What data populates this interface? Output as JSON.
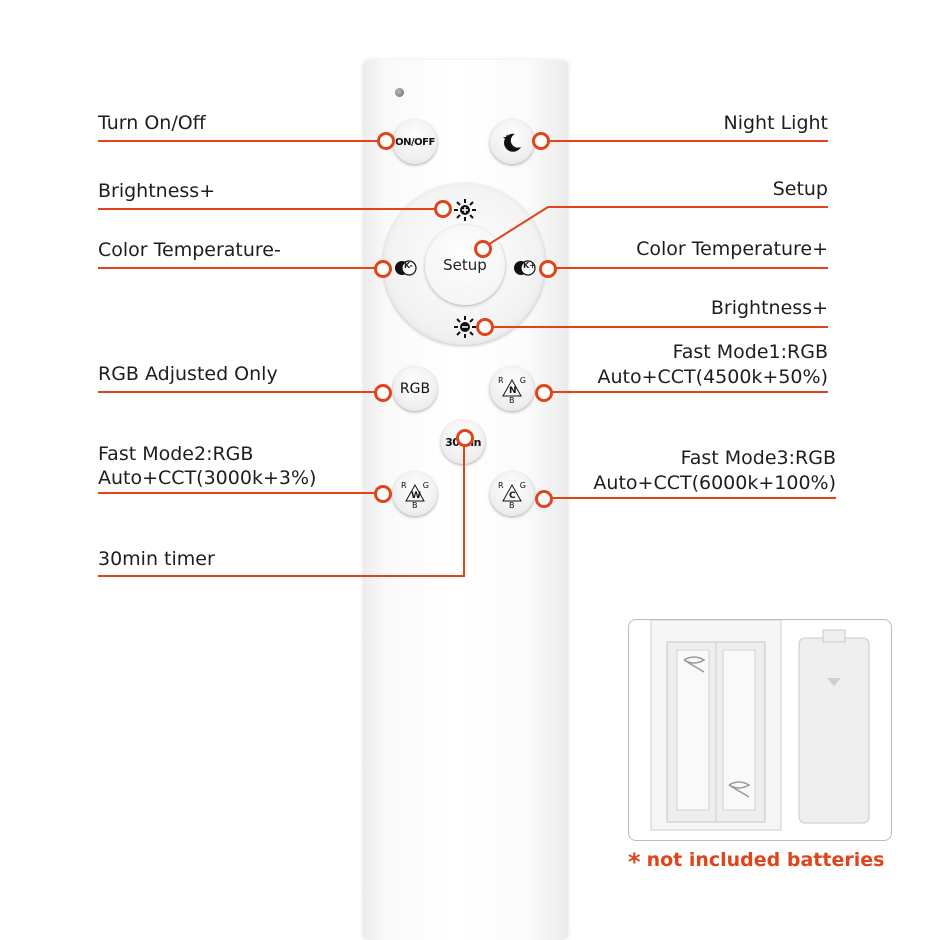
{
  "labels": {
    "turn_on_off": "Turn On/Off",
    "night_light": "Night Light",
    "brightness_plus_left": "Brightness+",
    "setup": "Setup",
    "color_temp_minus": "Color Temperature-",
    "color_temp_plus": "Color Temperature+",
    "brightness_plus_right": "Brightness+",
    "rgb_adjusted_only": "RGB Adjusted Only",
    "fast_mode1_line1": "Fast Mode1:RGB",
    "fast_mode1_line2": "Auto+CCT(4500k+50%)",
    "fast_mode2_line1": "Fast Mode2:RGB",
    "fast_mode2_line2": "Auto+CCT(3000k+3%)",
    "fast_mode3_line1": "Fast Mode3:RGB",
    "fast_mode3_line2": "Auto+CCT(6000k+100%)",
    "timer": "30min timer"
  },
  "buttons": {
    "on_off": "ON/OFF",
    "setup": "Setup",
    "rgb": "RGB",
    "timer": "30min",
    "mode_n": "N",
    "mode_w": "W",
    "mode_c": "C",
    "r": "R",
    "g": "G",
    "b": "B",
    "k_minus": "K-",
    "k_plus": "K+"
  },
  "note": {
    "star": "*",
    "text": "not included batteries"
  },
  "colors": {
    "accent": "#e0441a",
    "text": "#1e1e1e"
  }
}
